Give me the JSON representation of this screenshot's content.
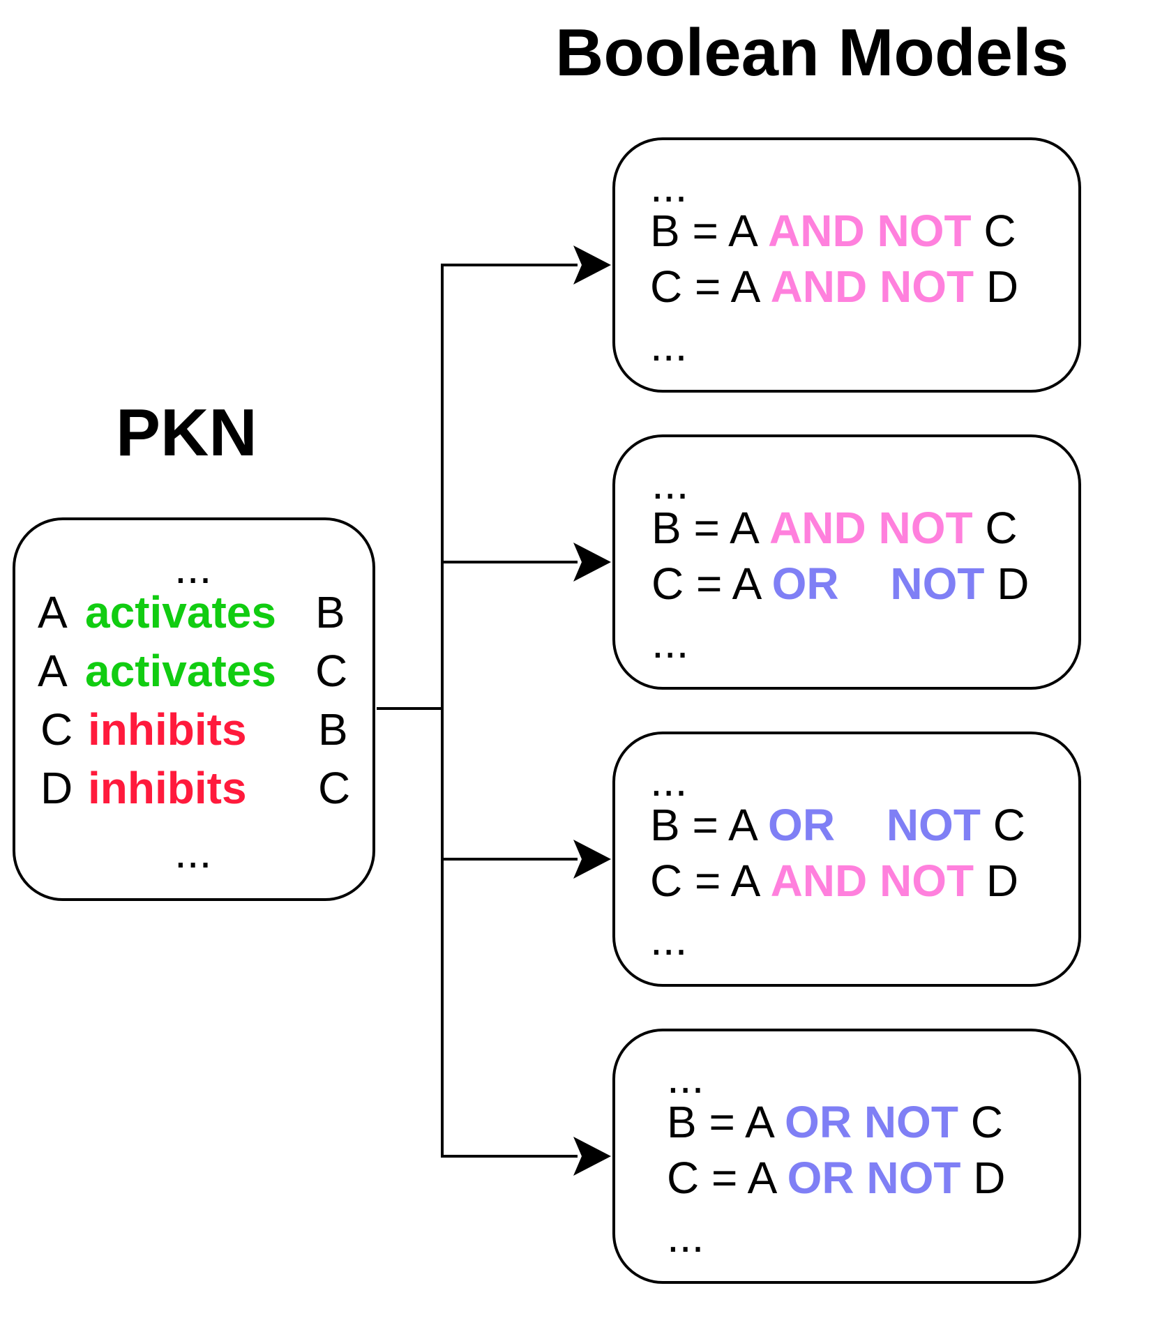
{
  "titles": {
    "boolean_models": "Boolean Models",
    "pkn": "PKN"
  },
  "colors": {
    "activates": "#11cc11",
    "inhibits": "#ff1a3c",
    "and_not": "#ff80dd",
    "or_not": "#7f7ff5",
    "line": "#000000"
  },
  "pkn": {
    "ellipsis_top": "...",
    "rules": [
      {
        "source": "A",
        "relation": "activates",
        "target": "B",
        "color": "activates"
      },
      {
        "source": "A",
        "relation": "activates",
        "target": "C",
        "color": "activates"
      },
      {
        "source": "C",
        "relation": "inhibits",
        "target": "B",
        "color": "inhibits"
      },
      {
        "source": "D",
        "relation": "inhibits",
        "target": "C",
        "color": "inhibits"
      }
    ],
    "ellipsis_bottom": "..."
  },
  "models": [
    {
      "ellipsis_top": "...",
      "equations": [
        {
          "lhs": "B = A",
          "op1": "AND",
          "op2": "NOT",
          "rhs": "C",
          "color": "and_not",
          "gap": false
        },
        {
          "lhs": "C = A",
          "op1": "AND",
          "op2": "NOT",
          "rhs": "D",
          "color": "and_not",
          "gap": false
        }
      ],
      "ellipsis_bottom": "..."
    },
    {
      "ellipsis_top": "...",
      "equations": [
        {
          "lhs": "B = A",
          "op1": "AND",
          "op2": "NOT",
          "rhs": "C",
          "color": "and_not",
          "gap": false
        },
        {
          "lhs": "C = A",
          "op1": "OR",
          "op2": "NOT",
          "rhs": "D",
          "color": "or_not",
          "gap": true
        }
      ],
      "ellipsis_bottom": "..."
    },
    {
      "ellipsis_top": "...",
      "equations": [
        {
          "lhs": "B = A",
          "op1": "OR",
          "op2": "NOT",
          "rhs": "C",
          "color": "or_not",
          "gap": true
        },
        {
          "lhs": "C = A",
          "op1": "AND",
          "op2": "NOT",
          "rhs": "D",
          "color": "and_not",
          "gap": false
        }
      ],
      "ellipsis_bottom": "..."
    },
    {
      "ellipsis_top": "...",
      "equations": [
        {
          "lhs": "B = A",
          "op1": "OR",
          "op2": "NOT",
          "rhs": "C",
          "color": "or_not",
          "gap": false
        },
        {
          "lhs": "C = A",
          "op1": "OR",
          "op2": "NOT",
          "rhs": "D",
          "color": "or_not",
          "gap": false
        }
      ],
      "ellipsis_bottom": "..."
    }
  ]
}
